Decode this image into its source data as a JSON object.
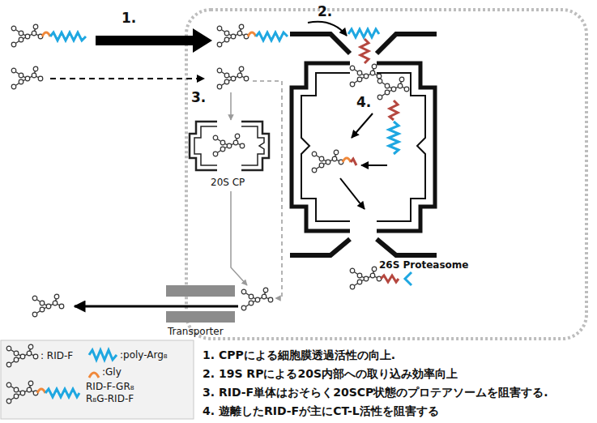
{
  "diagram": {
    "nodes": [
      {
        "text": [
          "20S CP"
        ]
      },
      {
        "text": [
          "26S Proteasome"
        ]
      },
      {
        "text": [
          "Transporter"
        ]
      }
    ],
    "labels": [
      "1.",
      "2.",
      "3.",
      "4.",
      "1. CPPによる細胞膜透過活性の向上.",
      "2. 19S RPによる20S内部への取り込み効率向上",
      "3. RID-F単体はおそらく20SCP状態のプロテアソームを阻害する.",
      "4. 遊離したRID-Fが主にCT-L活性を阻害する"
    ],
    "legend": [
      {
        "text": ": RID-F"
      },
      {
        "text": ":poly-Arg₈"
      },
      {
        "text": ":Gly"
      },
      {
        "text": "RID-F-GR₈ R₈G-RID-F"
      }
    ]
  }
}
